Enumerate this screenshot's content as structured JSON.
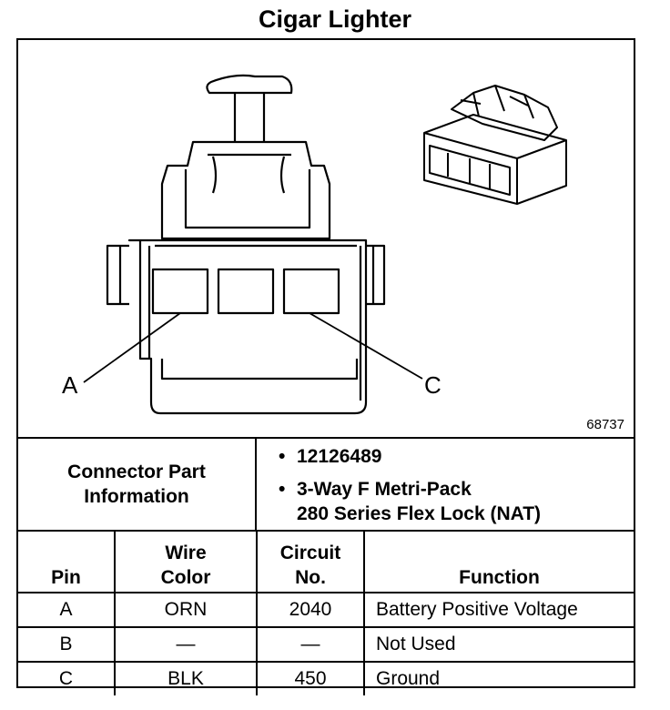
{
  "title": "Cigar Lighter",
  "figure_id": "68737",
  "callouts": {
    "a": "A",
    "c": "C"
  },
  "connector_info": {
    "label_lines": [
      "Connector Part",
      "Information"
    ],
    "bullet": "•",
    "items": [
      [
        "12126489"
      ],
      [
        "3-Way F Metri-Pack",
        "280 Series Flex Lock (NAT)"
      ]
    ]
  },
  "table": {
    "headers": {
      "pin": [
        "Pin"
      ],
      "wire_color": [
        "Wire",
        "Color"
      ],
      "circuit": [
        "Circuit",
        "No."
      ],
      "function": [
        "Function"
      ]
    },
    "rows": [
      {
        "pin": "A",
        "wire_color": "ORN",
        "circuit": "2040",
        "function": "Battery Positive Voltage"
      },
      {
        "pin": "B",
        "wire_color": "—",
        "circuit": "—",
        "function": "Not Used"
      },
      {
        "pin": "C",
        "wire_color": "BLK",
        "circuit": "450",
        "function": "Ground"
      }
    ]
  }
}
